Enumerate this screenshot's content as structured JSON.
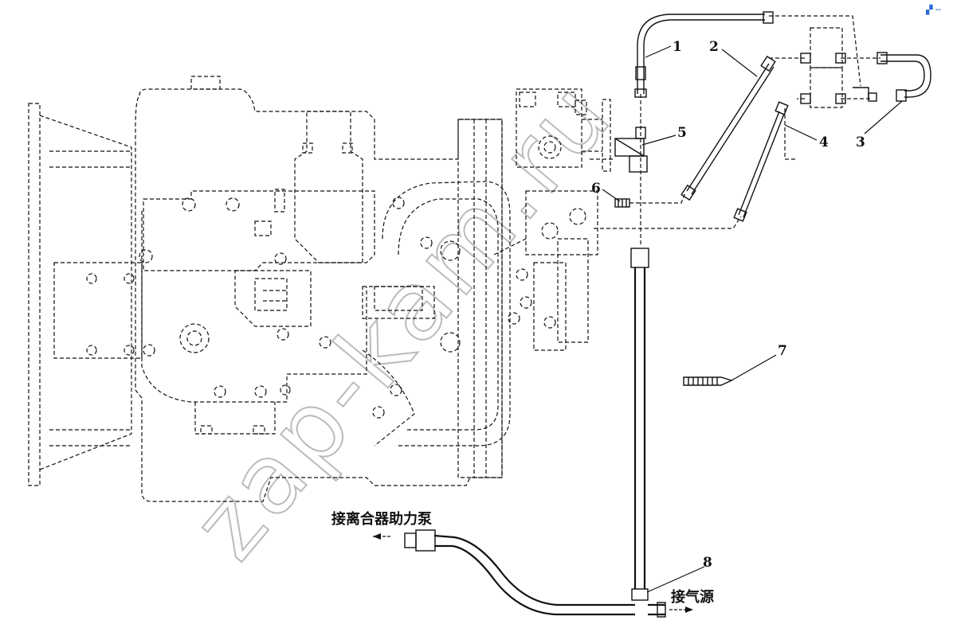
{
  "diagram": {
    "callouts": [
      "1",
      "2",
      "3",
      "4",
      "5",
      "6",
      "7",
      "8"
    ],
    "labels": {
      "clutch_pump": "接离合器助力泵",
      "air_source": "接气源"
    },
    "watermark": "zap-kam.ru",
    "corner_mark": "▞ ─"
  }
}
